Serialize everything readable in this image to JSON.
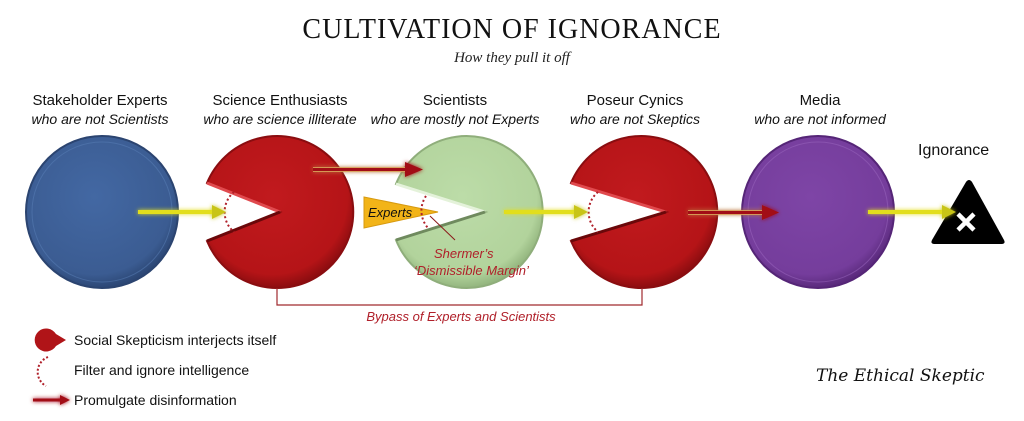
{
  "header": {
    "title": "CULTIVATION OF IGNORANCE",
    "subtitle": "How they pull it off"
  },
  "stages": [
    {
      "name": "Stakeholder Experts",
      "description": "who are not Scientists",
      "color": "#3d5f96",
      "shape": "circle"
    },
    {
      "name": "Science Enthusiasts",
      "description": "who are science illiterate",
      "color": "#b81418",
      "shape": "pacman"
    },
    {
      "name": "Scientists",
      "description": "who are mostly not Experts",
      "color": "#b5d6a0",
      "shape": "pacman"
    },
    {
      "name": "Poseur Cynics",
      "description": "who are not Skeptics",
      "color": "#b81418",
      "shape": "pacman"
    },
    {
      "name": "Media",
      "description": "who are not informed",
      "color": "#7a3fa0",
      "shape": "circle"
    }
  ],
  "endpoint": {
    "label": "Ignorance",
    "icon": "warning-x-icon",
    "color": "#000000"
  },
  "annotations": {
    "experts_wedge": "Experts",
    "shermer_line1": "Shermer’s",
    "shermer_line2": "‘Dismissible Margin’",
    "bypass": "Bypass of Experts and Scientists"
  },
  "legend": [
    {
      "icon": "pacman-icon",
      "label": "Social Skepticism interjects itself"
    },
    {
      "icon": "dotted-arc-icon",
      "label": "Filter and ignore intelligence"
    },
    {
      "icon": "red-arrow-icon",
      "label": "Promulgate disinformation"
    }
  ],
  "signature": "The Ethical Skeptic",
  "colors": {
    "yellow_arrow": "#e8e420",
    "red_arrow": "#a01010",
    "accent_red": "#b0202a",
    "experts_wedge": "#f2b418"
  }
}
